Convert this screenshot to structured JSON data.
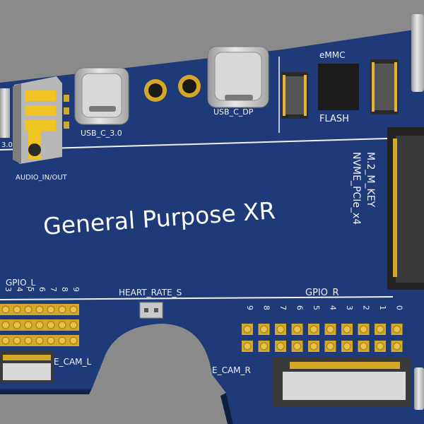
{
  "board": {
    "title": "General Purpose XR",
    "labels": {
      "usb_c_30": "USB_C_3.0",
      "usb_c_dp": "USB_C_DP",
      "emmc": "eMMC",
      "flash": "FLASH",
      "audio": "AUDIO_IN/OUT",
      "m2_key": "M.2_M_KEY",
      "nvme": "NVME_PCIe_x4",
      "gpio_l": "GPIO_L",
      "gpio_r": "GPIO_R",
      "heart_rate": "HEART_RATE_S",
      "cam_l": "E_CAM_L",
      "cam_r": "E_CAM_R",
      "left_cut": "3.0"
    },
    "gpio_l_numbers": [
      "3",
      "4",
      "5",
      "6",
      "7",
      "8",
      "9"
    ],
    "gpio_r_numbers": [
      "9",
      "8",
      "7",
      "6",
      "5",
      "4",
      "3",
      "2",
      "1",
      "0"
    ]
  },
  "colors": {
    "background": "#8a8a8a",
    "pcb": "#1f3a78",
    "silkscreen": "#f2f2f2",
    "gold": "#d4a92a"
  }
}
